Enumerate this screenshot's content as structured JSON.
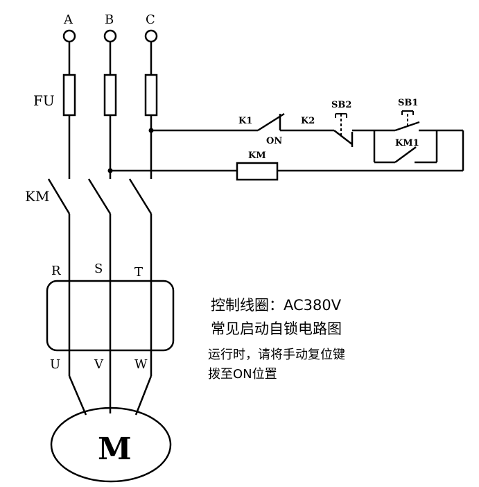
{
  "terminals": {
    "a": "A",
    "b": "B",
    "c": "C"
  },
  "labels": {
    "fuse": "FU",
    "contactor_main": "KM",
    "k1": "K1",
    "k2": "K2",
    "on": "ON",
    "sb2": "SB2",
    "sb1": "SB1",
    "km1": "KM1",
    "coil": "KM",
    "r": "R",
    "s": "S",
    "t": "T",
    "u": "U",
    "v": "V",
    "w": "W",
    "motor": "M"
  },
  "notes": {
    "line1": "控制线圈：AC380V",
    "line2": "常见启动自锁电路图",
    "line3": "运行时，请将手动复位键",
    "line4": "拨至ON位置"
  }
}
